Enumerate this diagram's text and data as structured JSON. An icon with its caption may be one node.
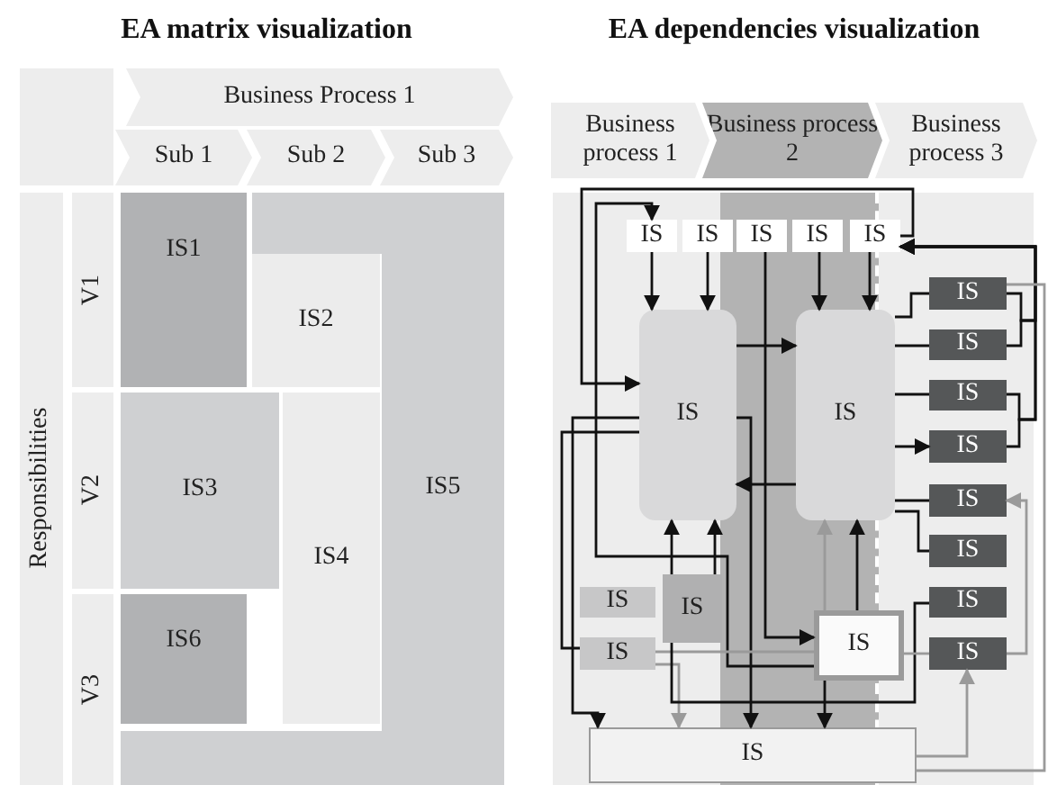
{
  "diagram": {
    "nodes": [
      {
        "text": [
          "Business Process 1"
        ]
      },
      {
        "text": [
          "Sub 1"
        ]
      },
      {
        "text": [
          "Sub 2"
        ]
      },
      {
        "text": [
          "Sub 3"
        ]
      },
      {
        "text": [
          "Responsibilities"
        ]
      },
      {
        "text": [
          "V1"
        ]
      },
      {
        "text": [
          "V2"
        ]
      },
      {
        "text": [
          "V3"
        ]
      },
      {
        "text": [
          "IS1"
        ],
        "in": 12
      },
      {
        "text": [
          "IS2"
        ],
        "in": 12
      },
      {
        "text": [
          "IS3"
        ],
        "in": 12
      },
      {
        "text": [
          "IS4"
        ],
        "in": 12
      },
      {
        "text": [
          "IS5"
        ]
      },
      {
        "text": [
          "IS6"
        ],
        "in": 12
      },
      {
        "text": [
          "Business process 1"
        ]
      },
      {
        "text": [
          "Business process 2"
        ]
      },
      {
        "text": [
          "Business process 3"
        ]
      },
      {
        "text": [
          "IS"
        ]
      },
      {
        "text": [
          "IS"
        ]
      },
      {
        "text": [
          "IS"
        ]
      },
      {
        "text": [
          "IS"
        ]
      },
      {
        "text": [
          "IS"
        ]
      },
      {
        "text": [
          "IS"
        ]
      },
      {
        "text": [
          "IS"
        ]
      },
      {
        "text": [
          "IS"
        ]
      },
      {
        "text": [
          "IS"
        ]
      },
      {
        "text": [
          "IS"
        ]
      },
      {
        "text": [
          "IS"
        ]
      },
      {
        "text": [
          "IS"
        ]
      },
      {
        "text": [
          "IS"
        ]
      },
      {
        "text": [
          "IS"
        ]
      },
      {
        "text": [
          "IS"
        ]
      },
      {
        "text": [
          "IS"
        ]
      },
      {
        "text": [
          "IS"
        ]
      },
      {
        "text": [
          "IS"
        ]
      },
      {
        "text": [
          "IS"
        ]
      },
      {
        "text": [
          "IS"
        ]
      }
    ],
    "edges": [
      {
        "from": 17,
        "to": 22,
        "arrow": "to"
      },
      {
        "from": 18,
        "to": 22,
        "arrow": "to"
      },
      {
        "from": 20,
        "to": 23,
        "arrow": "to"
      },
      {
        "from": 21,
        "to": 23,
        "arrow": "to"
      },
      {
        "from": 22,
        "to": 23,
        "arrow": "to"
      },
      {
        "from": 21,
        "to": 22,
        "arrow": "to"
      },
      {
        "from": 35,
        "to": 17,
        "arrow": "to"
      },
      {
        "from": 23,
        "to": 24,
        "arrow": "none"
      },
      {
        "from": 23,
        "to": 25,
        "arrow": "none"
      },
      {
        "from": 23,
        "to": 26,
        "arrow": "none"
      },
      {
        "from": 23,
        "to": 27,
        "arrow": "to"
      },
      {
        "from": 24,
        "to": 21,
        "arrow": "to"
      },
      {
        "from": 25,
        "to": 21,
        "arrow": "to"
      },
      {
        "from": 26,
        "to": 21,
        "arrow": "to"
      },
      {
        "from": 27,
        "to": 21,
        "arrow": "to"
      },
      {
        "from": 23,
        "to": 22,
        "arrow": "to"
      },
      {
        "from": 19,
        "to": 35,
        "arrow": "to"
      },
      {
        "from": 22,
        "to": 36,
        "arrow": "to"
      },
      {
        "from": 22,
        "to": 36,
        "arrow": "to"
      },
      {
        "from": 33,
        "to": 22,
        "arrow": "none"
      },
      {
        "from": 34,
        "to": 22,
        "arrow": "to"
      },
      {
        "from": 34,
        "to": 22,
        "arrow": "to"
      },
      {
        "from": 35,
        "to": 23,
        "arrow": "to",
        "color": "#9a9a9a"
      },
      {
        "from": 35,
        "to": 23,
        "arrow": "to"
      },
      {
        "from": 35,
        "to": 36,
        "arrow": "to"
      },
      {
        "from": 33,
        "to": 35,
        "arrow": "none",
        "color": "#9a9a9a"
      },
      {
        "from": 33,
        "to": 36,
        "arrow": "to",
        "color": "#9a9a9a"
      },
      {
        "from": 34,
        "to": 30,
        "arrow": "none"
      },
      {
        "from": 23,
        "to": 28,
        "arrow": "none"
      },
      {
        "from": 23,
        "to": 29,
        "arrow": "none"
      },
      {
        "from": 35,
        "to": 31,
        "arrow": "none",
        "color": "#9a9a9a"
      },
      {
        "from": 36,
        "to": 31,
        "arrow": "to",
        "color": "#9a9a9a"
      },
      {
        "from": 36,
        "to": 24,
        "arrow": "none",
        "color": "#9a9a9a"
      },
      {
        "from": 31,
        "to": 28,
        "arrow": "to",
        "color": "#9a9a9a"
      }
    ],
    "labels": [
      "EA matrix visualization",
      "EA dependencies visualization"
    ]
  }
}
